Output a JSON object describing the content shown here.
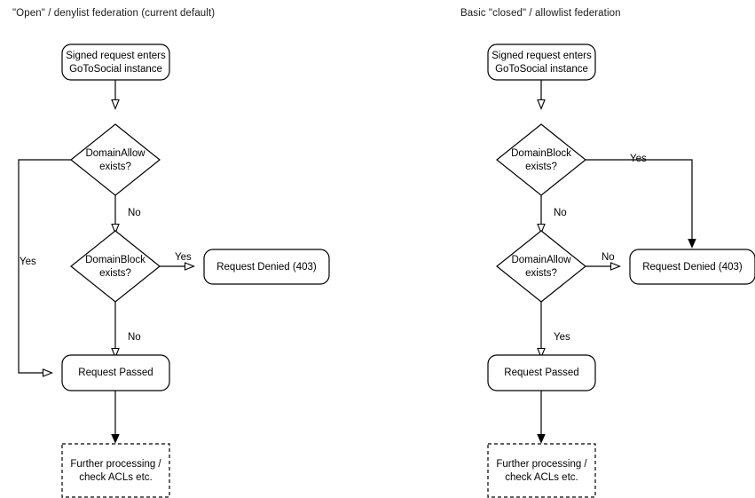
{
  "diagram": {
    "type": "flowchart",
    "background": "#ffffff",
    "stroke_color": "#000000",
    "text_color": "#000000",
    "panels": [
      {
        "id": "open-denylist",
        "title": "\"Open\" / denylist federation (current default)",
        "nodes": [
          {
            "id": "start",
            "shape": "rounded-rect",
            "lines": [
              "Signed request enters",
              "GoToSocial instance"
            ]
          },
          {
            "id": "allow-q",
            "shape": "diamond",
            "lines": [
              "DomainAllow",
              "exists?"
            ]
          },
          {
            "id": "block-q",
            "shape": "diamond",
            "lines": [
              "DomainBlock",
              "exists?"
            ]
          },
          {
            "id": "denied",
            "shape": "rounded-rect",
            "lines": [
              "Request Denied (403)"
            ]
          },
          {
            "id": "passed",
            "shape": "rounded-rect",
            "lines": [
              "Request Passed"
            ]
          },
          {
            "id": "further",
            "shape": "dashed-rect",
            "lines": [
              "Further processing /",
              "check ACLs etc."
            ]
          }
        ],
        "edges": [
          {
            "from": "start",
            "to": "allow-q",
            "label": ""
          },
          {
            "from": "allow-q",
            "to": "passed",
            "label": "Yes"
          },
          {
            "from": "allow-q",
            "to": "block-q",
            "label": "No"
          },
          {
            "from": "block-q",
            "to": "denied",
            "label": "Yes"
          },
          {
            "from": "block-q",
            "to": "passed",
            "label": "No"
          },
          {
            "from": "passed",
            "to": "further",
            "label": ""
          }
        ]
      },
      {
        "id": "closed-allowlist",
        "title": "Basic \"closed\" / allowlist federation",
        "nodes": [
          {
            "id": "start",
            "shape": "rounded-rect",
            "lines": [
              "Signed request enters",
              "GoToSocial instance"
            ]
          },
          {
            "id": "block-q",
            "shape": "diamond",
            "lines": [
              "DomainBlock",
              "exists?"
            ]
          },
          {
            "id": "allow-q",
            "shape": "diamond",
            "lines": [
              "DomainAllow",
              "exists?"
            ]
          },
          {
            "id": "denied",
            "shape": "rounded-rect",
            "lines": [
              "Request Denied (403)"
            ]
          },
          {
            "id": "passed",
            "shape": "rounded-rect",
            "lines": [
              "Request Passed"
            ]
          },
          {
            "id": "further",
            "shape": "dashed-rect",
            "lines": [
              "Further processing /",
              "check ACLs etc."
            ]
          }
        ],
        "edges": [
          {
            "from": "start",
            "to": "block-q",
            "label": ""
          },
          {
            "from": "block-q",
            "to": "denied",
            "label": "Yes"
          },
          {
            "from": "block-q",
            "to": "allow-q",
            "label": "No"
          },
          {
            "from": "allow-q",
            "to": "denied",
            "label": "No"
          },
          {
            "from": "allow-q",
            "to": "passed",
            "label": "Yes"
          },
          {
            "from": "passed",
            "to": "further",
            "label": ""
          }
        ]
      }
    ]
  },
  "left": {
    "title": "\"Open\" / denylist federation (current default)",
    "start_line1": "Signed request enters",
    "start_line2": "GoToSocial instance",
    "allow_line1": "DomainAllow",
    "allow_line2": "exists?",
    "block_line1": "DomainBlock",
    "block_line2": "exists?",
    "denied": "Request Denied (403)",
    "passed": "Request Passed",
    "further_line1": "Further processing /",
    "further_line2": "check ACLs etc.",
    "label_allow_yes": "Yes",
    "label_allow_no": "No",
    "label_block_yes": "Yes",
    "label_block_no": "No"
  },
  "right": {
    "title": "Basic \"closed\" / allowlist federation",
    "start_line1": "Signed request enters",
    "start_line2": "GoToSocial instance",
    "block_line1": "DomainBlock",
    "block_line2": "exists?",
    "allow_line1": "DomainAllow",
    "allow_line2": "exists?",
    "denied": "Request Denied (403)",
    "passed": "Request Passed",
    "further_line1": "Further processing /",
    "further_line2": "check ACLs etc.",
    "label_block_yes": "Yes",
    "label_block_no": "No",
    "label_allow_no": "No",
    "label_allow_yes": "Yes"
  }
}
